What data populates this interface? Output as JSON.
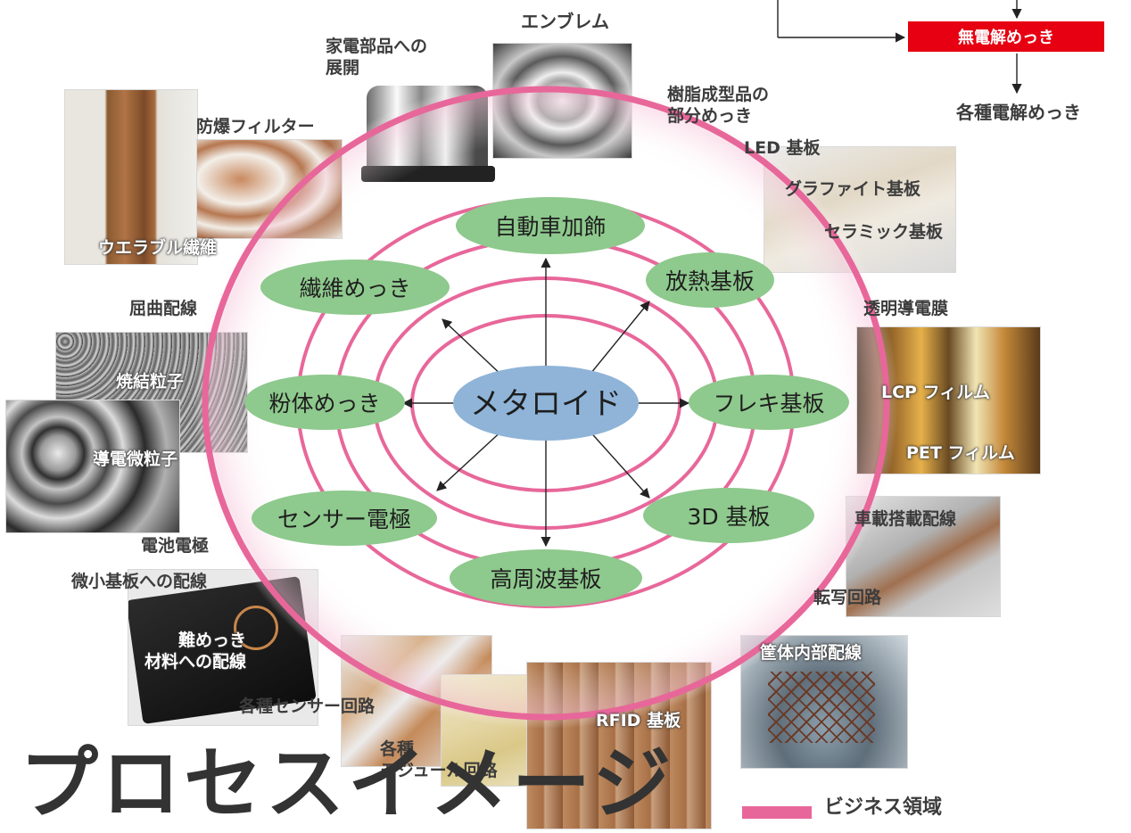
{
  "center": {
    "label": "メタロイド"
  },
  "nodes": {
    "auto": "自動車加飾",
    "heat": "放熱基板",
    "fiber": "繊維めっき",
    "powder": "粉体めっき",
    "flex": "フレキ基板",
    "sensor": "センサー電極",
    "three_d": "3D 基板",
    "rf": "高周波基板"
  },
  "process": {
    "electroless": "無電解めっき",
    "electrolytic": "各種電解めっき"
  },
  "applications": {
    "emblem": "エンブレム",
    "appliance": "家電部品への\n展開",
    "resin": "樹脂成型品の\n部分めっき",
    "led": "LED 基板",
    "graphite": "グラファイト基板",
    "ceramic": "セラミック基板",
    "explosion": "防爆フィルター",
    "wearable": "ウエラブル繊維",
    "bend": "屈曲配線",
    "transparent": "透明導電膜",
    "lcp": "LCP フィルム",
    "pet": "PET フィルム",
    "sintered": "焼結粒子",
    "conductive": "導電微粒子",
    "battery": "電池電極",
    "micro": "微小基板への配線",
    "hard": "難めっき\n材料への配線",
    "vehicle": "車載搭載配線",
    "transfer": "転写回路",
    "housing": "筐体内部配線",
    "sensor_circuit": "各種センサー回路",
    "module": "各種\nモジュール回路",
    "rfid": "RFID 基板"
  },
  "legend": {
    "business": "ビジネス領域"
  },
  "bottom_title": "プロセスイメージ",
  "colors": {
    "ring": "#e8679a",
    "node": "#8ec98d",
    "center": "#8fb4d8",
    "red": "#e60012"
  }
}
